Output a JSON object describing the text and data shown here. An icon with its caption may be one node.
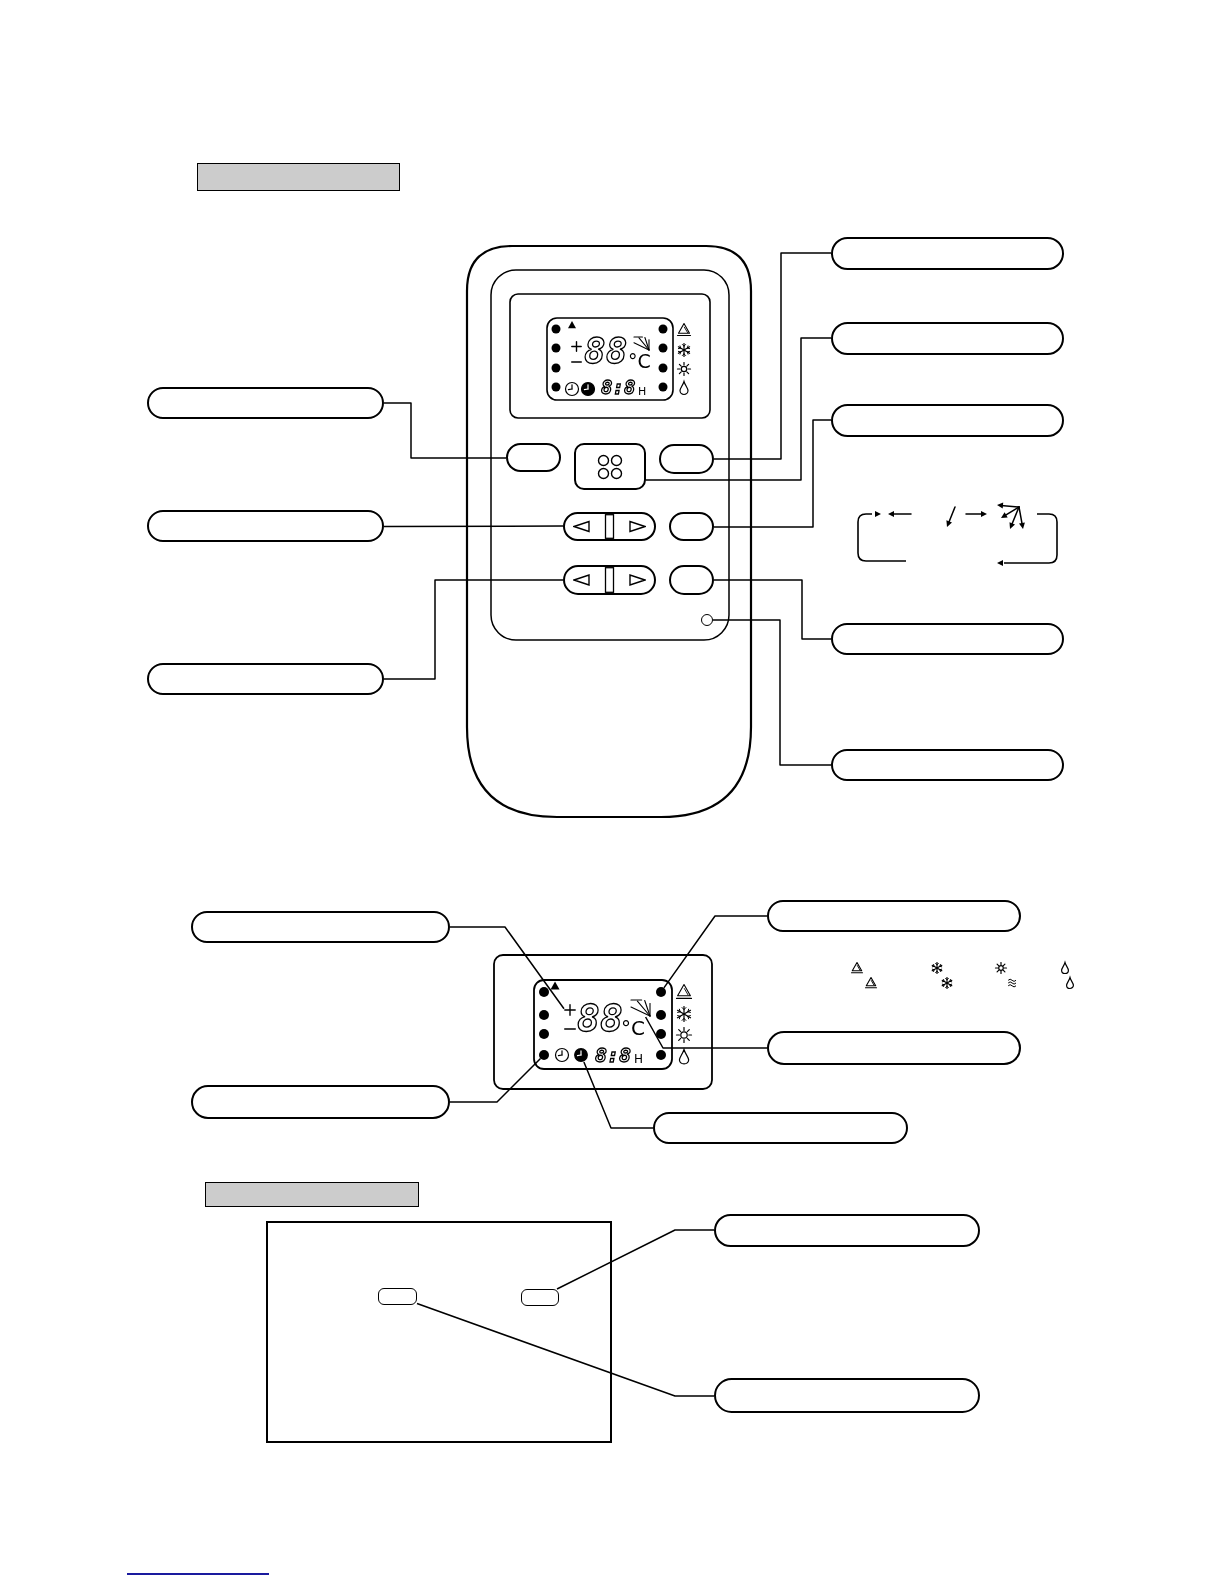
{
  "diagram": {
    "nodes": [
      {
        "text": [],
        "shape": "bar"
      },
      {
        "text": [],
        "shape": "box"
      },
      {
        "text": [],
        "shape": "box"
      },
      {
        "text": [],
        "shape": "box"
      },
      {
        "text": [],
        "shape": "box"
      },
      {
        "text": [],
        "shape": "box"
      },
      {
        "text": [],
        "shape": "box"
      },
      {
        "text": [],
        "shape": "box"
      },
      {
        "text": [],
        "shape": "box"
      },
      {
        "text": [],
        "shape": "box"
      },
      {
        "text": [],
        "shape": "box"
      },
      {
        "text": [],
        "shape": "box"
      },
      {
        "text": [],
        "shape": "box"
      },
      {
        "text": [],
        "shape": "circle"
      },
      {
        "text": [],
        "shape": "box"
      },
      {
        "text": [],
        "shape": "box"
      },
      {
        "text": [],
        "shape": "box"
      },
      {
        "text": [],
        "shape": "box"
      },
      {
        "text": [],
        "shape": "box"
      },
      {
        "text": [],
        "shape": "picture"
      },
      {
        "text": [],
        "shape": "circle"
      },
      {
        "text": [],
        "shape": "picture"
      },
      {
        "text": [],
        "shape": "box"
      },
      {
        "text": [],
        "shape": "circle"
      },
      {
        "text": [],
        "shape": "picture"
      },
      {
        "text": [],
        "shape": "box"
      },
      {
        "text": [],
        "shape": "box"
      },
      {
        "text": [],
        "shape": "bar"
      },
      {
        "text": [],
        "shape": "box"
      },
      {
        "text": [],
        "shape": "box"
      },
      {
        "text": [],
        "shape": "box"
      },
      {
        "text": [],
        "shape": "box"
      }
    ],
    "edges": [
      {
        "from": 1,
        "to": 7,
        "arrow": "none"
      },
      {
        "from": 2,
        "to": 6,
        "arrow": "none"
      },
      {
        "from": 3,
        "to": 5,
        "arrow": "none"
      },
      {
        "from": 4,
        "to": 10,
        "arrow": "none"
      },
      {
        "from": 8,
        "to": 9,
        "arrow": "none"
      },
      {
        "from": 14,
        "to": 12,
        "arrow": "none"
      },
      {
        "from": 15,
        "to": 11,
        "arrow": "none"
      },
      {
        "from": 16,
        "to": 13,
        "arrow": "none"
      },
      {
        "from": 17,
        "to": 20,
        "arrow": "none"
      },
      {
        "from": 18,
        "to": 19,
        "arrow": "none"
      },
      {
        "from": 22,
        "to": 21,
        "arrow": "none"
      },
      {
        "from": 25,
        "to": 23,
        "arrow": "none"
      },
      {
        "from": 26,
        "to": 24,
        "arrow": "none"
      },
      {
        "from": 28,
        "to": 30,
        "arrow": "none"
      },
      {
        "from": 31,
        "to": 29,
        "arrow": "none"
      }
    ],
    "labels": [
      "88",
      "°C",
      "8:8",
      "H",
      "88",
      "°C",
      "8:8",
      "H"
    ]
  }
}
